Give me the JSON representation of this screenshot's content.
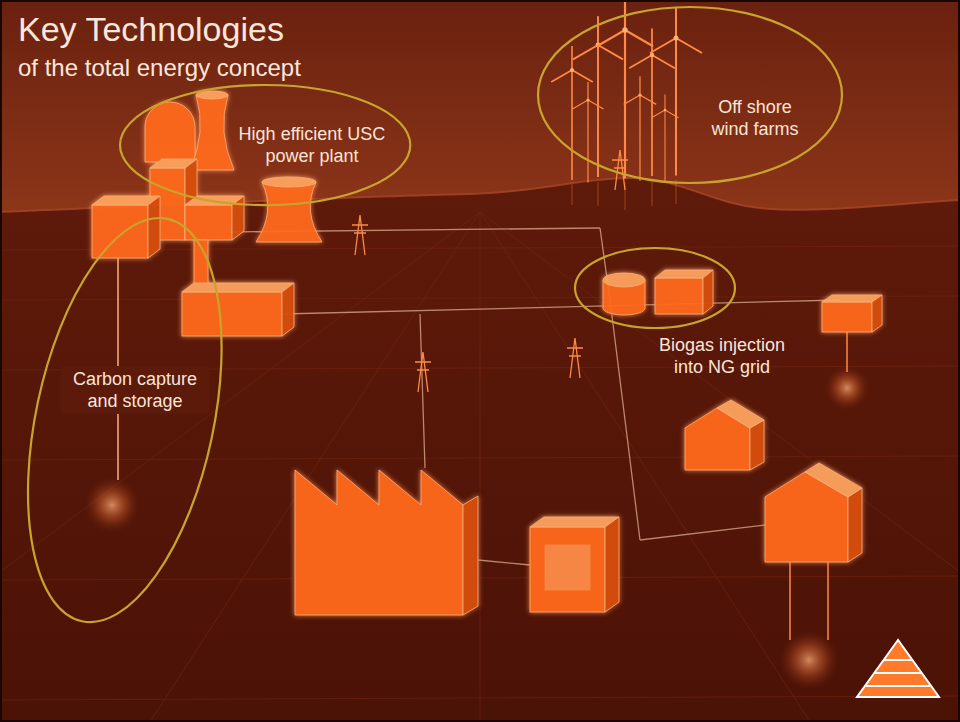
{
  "diagram": {
    "title": "Key Technologies",
    "nodes": [
      {
        "text": [
          "Off shore wind farms"
        ]
      },
      {
        "text": [
          "High efficient USC power plant"
        ]
      },
      {
        "text": [
          "Biogas injection into NG grid"
        ]
      },
      {
        "text": [
          "Carbon capture and storage"
        ]
      }
    ],
    "labels": [
      "of the total energy concept"
    ]
  }
}
